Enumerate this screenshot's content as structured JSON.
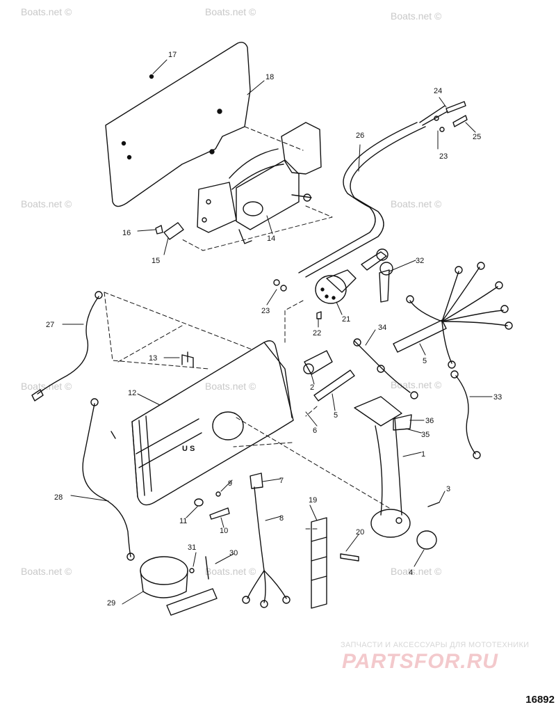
{
  "figure_number": "16892",
  "watermark_text": "Boats.net ©",
  "brand": {
    "tagline": "ЗАПЧАСТИ И АКСЕССУАРЫ ДЛЯ МОТОТЕХНИКИ",
    "logo": "PARTSFOR.RU"
  },
  "part_callouts": [
    "1",
    "2",
    "3",
    "4",
    "5",
    "5",
    "6",
    "7",
    "8",
    "9",
    "10",
    "11",
    "12",
    "13",
    "14",
    "15",
    "16",
    "17",
    "18",
    "19",
    "20",
    "21",
    "22",
    "23",
    "23",
    "24",
    "25",
    "26",
    "27",
    "28",
    "29",
    "30",
    "31",
    "32",
    "33",
    "34",
    "35",
    "36"
  ],
  "control_box_mark": "U S",
  "colors": {
    "line": "#111111",
    "watermark": "#c8c8c8",
    "brand_logo": "#f3c9cc"
  }
}
